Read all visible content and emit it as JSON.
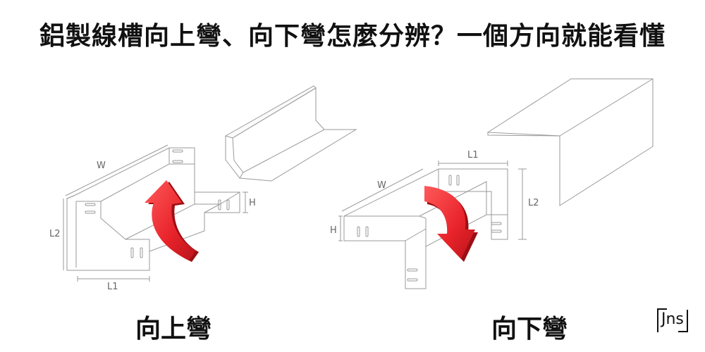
{
  "title": "鋁製線槽向上彎、向下彎怎麼分辨？一個方向就能看懂",
  "left_figure": {
    "caption": "向上彎",
    "labels": {
      "w": "W",
      "h": "H",
      "l1": "L1",
      "l2": "L2"
    }
  },
  "right_figure": {
    "caption": "向下彎",
    "labels": {
      "w": "W",
      "h": "H",
      "l1": "L1",
      "l2": "L2"
    }
  },
  "logo": {
    "text": "Jns"
  },
  "colors": {
    "arrow": "#e8232a",
    "line": "#9a9a9a",
    "text": "#111111"
  }
}
